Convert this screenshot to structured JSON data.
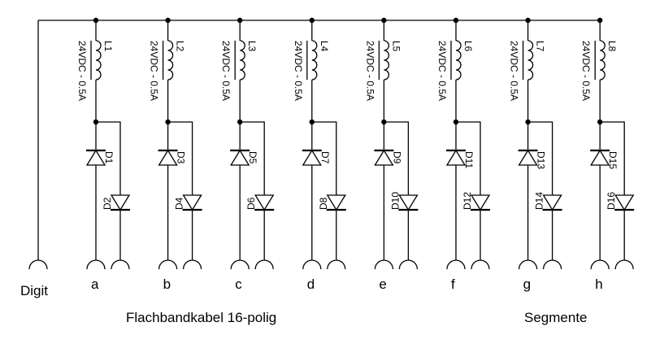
{
  "digit_label": "Digit",
  "cable_label": "Flachbandkabel 16-polig",
  "segments_label": "Segmente",
  "channels": [
    {
      "pin": "a",
      "inductor": "L1",
      "rating": "24VDC - 0.5A",
      "diode_main": "D1",
      "diode_branch": "D2"
    },
    {
      "pin": "b",
      "inductor": "L2",
      "rating": "24VDC - 0.5A",
      "diode_main": "D3",
      "diode_branch": "D4"
    },
    {
      "pin": "c",
      "inductor": "L3",
      "rating": "24VDC - 0.5A",
      "diode_main": "D5",
      "diode_branch": "D6"
    },
    {
      "pin": "d",
      "inductor": "L4",
      "rating": "24VDC - 0.5A",
      "diode_main": "D7",
      "diode_branch": "D8"
    },
    {
      "pin": "e",
      "inductor": "L5",
      "rating": "24VDC - 0.5A",
      "diode_main": "D9",
      "diode_branch": "D10"
    },
    {
      "pin": "f",
      "inductor": "L6",
      "rating": "24VDC - 0.5A",
      "diode_main": "D11",
      "diode_branch": "D12"
    },
    {
      "pin": "g",
      "inductor": "L7",
      "rating": "24VDC - 0.5A",
      "diode_main": "D13",
      "diode_branch": "D14"
    },
    {
      "pin": "h",
      "inductor": "L8",
      "rating": "24VDC - 0.5A",
      "diode_main": "D15",
      "diode_branch": "D16"
    }
  ]
}
